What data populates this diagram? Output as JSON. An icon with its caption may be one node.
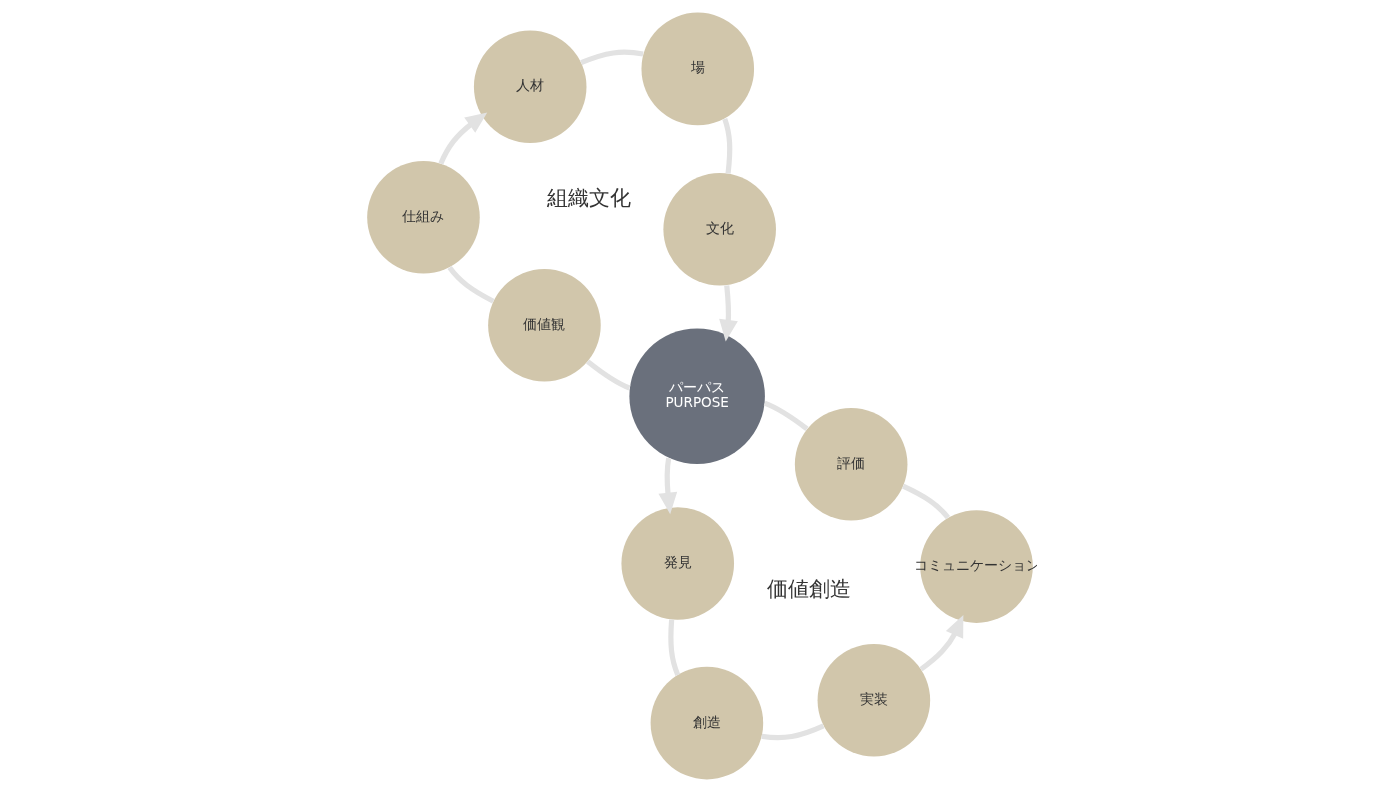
{
  "diagram": {
    "nodes": [
      {
        "text": [
          "価値観"
        ]
      },
      {
        "text": [
          "仕組み"
        ]
      },
      {
        "text": [
          "人材"
        ]
      },
      {
        "text": [
          "場"
        ]
      },
      {
        "text": [
          "文化"
        ]
      },
      {
        "text": [
          "パーパス",
          "PURPOSE"
        ]
      },
      {
        "text": [
          "発見"
        ]
      },
      {
        "text": [
          "創造"
        ]
      },
      {
        "text": [
          "実装"
        ]
      },
      {
        "text": [
          "コミュニケーション"
        ]
      },
      {
        "text": [
          "評価"
        ]
      }
    ],
    "edges": [
      {
        "from": 5,
        "to": 6,
        "arrow": "to"
      },
      {
        "from": 6,
        "to": 7,
        "arrow": "none"
      },
      {
        "from": 7,
        "to": 8,
        "arrow": "none"
      },
      {
        "from": 8,
        "to": 9,
        "arrow": "to"
      },
      {
        "from": 9,
        "to": 10,
        "arrow": "none"
      },
      {
        "from": 10,
        "to": 5,
        "arrow": "none"
      },
      {
        "from": 5,
        "to": 0,
        "arrow": "none"
      },
      {
        "from": 0,
        "to": 1,
        "arrow": "none"
      },
      {
        "from": 1,
        "to": 2,
        "arrow": "to"
      },
      {
        "from": 2,
        "to": 3,
        "arrow": "none"
      },
      {
        "from": 3,
        "to": 4,
        "arrow": "none"
      },
      {
        "from": 4,
        "to": 5,
        "arrow": "to"
      }
    ],
    "labels": [
      "組織文化",
      "価値創造"
    ]
  }
}
